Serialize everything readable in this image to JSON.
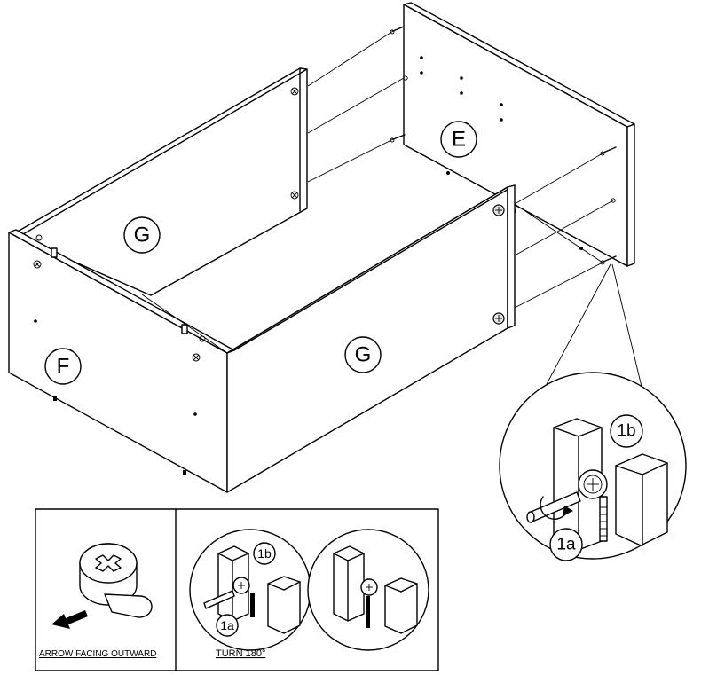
{
  "panels": {
    "e": "E",
    "g_back": "G",
    "g_front": "G",
    "f": "F"
  },
  "detail": {
    "label_1b": "1b",
    "label_1a": "1a"
  },
  "instructions": {
    "arrow_caption": "ARROW FACING OUTWARD",
    "turn_caption": "TURN 180°",
    "small_label_1b": "1b",
    "small_label_1a": "1a"
  }
}
